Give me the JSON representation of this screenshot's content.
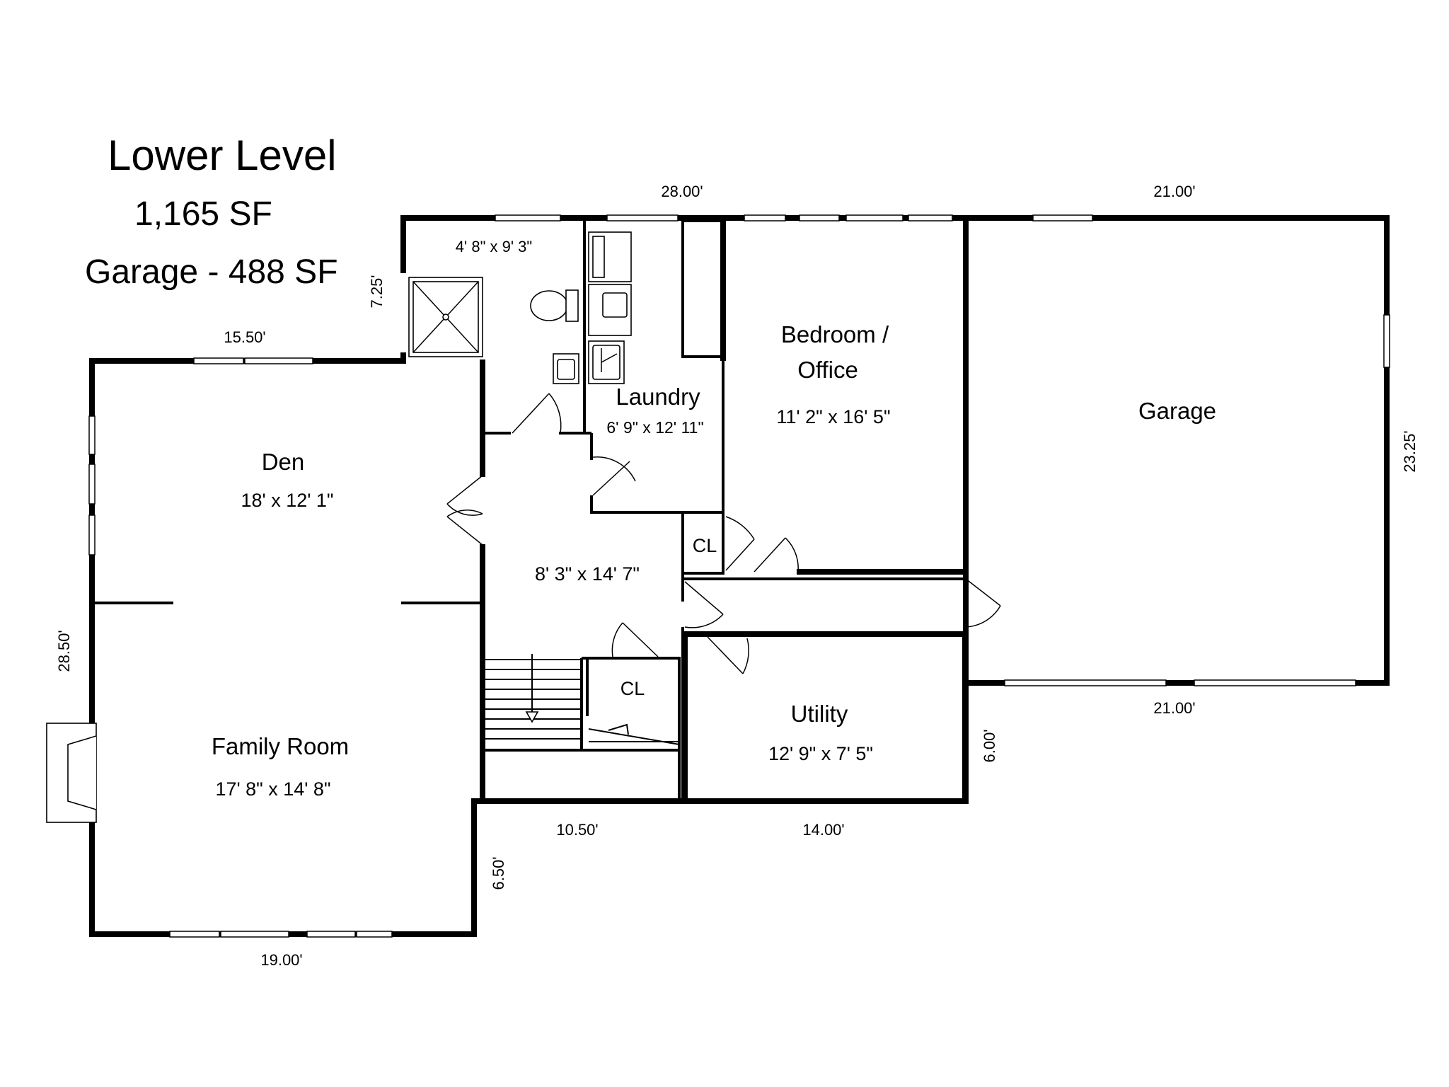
{
  "title": "Lower Level",
  "area": "1,165 SF",
  "garage_area": "Garage - 488 SF",
  "rooms": {
    "den": {
      "name": "Den",
      "size": "18' x 12' 1\""
    },
    "family_room": {
      "name": "Family Room",
      "size": "17' 8\" x 14' 8\""
    },
    "bath": {
      "size": "4' 8\" x 9' 3\""
    },
    "laundry": {
      "name": "Laundry",
      "size": "6' 9\" x 12' 11\""
    },
    "bedroom": {
      "name_line1": "Bedroom /",
      "name_line2": "Office",
      "size": "11' 2\" x 16' 5\""
    },
    "garage": {
      "name": "Garage"
    },
    "hall": {
      "size": "8' 3\" x 14' 7\""
    },
    "closet_upper": {
      "name": "CL"
    },
    "closet_lower": {
      "name": "CL"
    },
    "utility": {
      "name": "Utility",
      "size": "12' 9\" x 7' 5\""
    }
  },
  "dimensions": {
    "top_house": "28.00'",
    "top_garage": "21.00'",
    "bottom_garage": "21.00'",
    "den_top": "15.50'",
    "bath_left": "7.25'",
    "left_side": "28.50'",
    "garage_right": "23.25'",
    "bottom_stair": "10.50'",
    "bottom_utility": "14.00'",
    "family_bottom": "19.00'",
    "step_side": "6.50'",
    "utility_right": "6.00'"
  }
}
